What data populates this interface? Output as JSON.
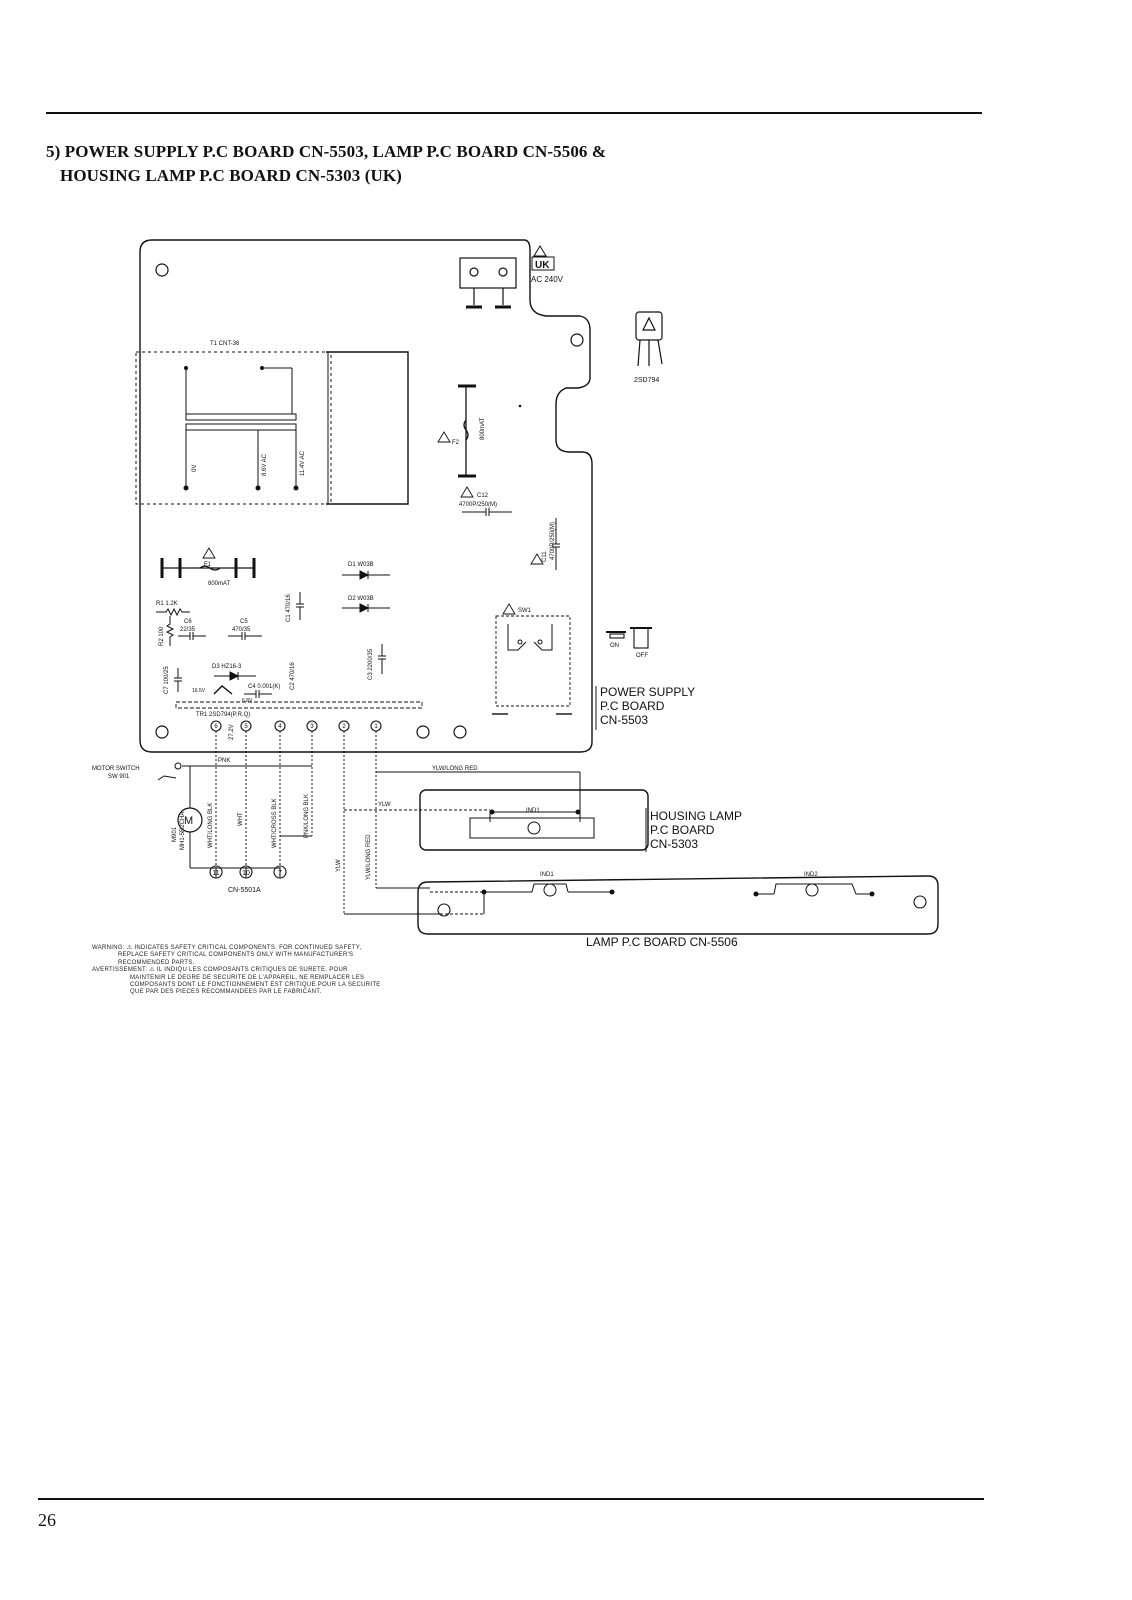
{
  "header": {
    "line1": "5) POWER SUPPLY P.C BOARD CN-5503, LAMP P.C BOARD CN-5506 &",
    "line2": "HOUSING LAMP P.C BOARD CN-5303 (UK)"
  },
  "labels": {
    "uk": "UK",
    "ac240v": "AC 240V",
    "transistor": "2SD794",
    "transformer": "T1   CNT-36",
    "tap_0v": "0V",
    "tap_86": "8.6V AC",
    "tap_114": "11.4V AC",
    "f2_name": "F2",
    "f2_value": "800mAT",
    "c12_name": "C12",
    "c12_value": "4700P/250(M)",
    "c11_name": "C11",
    "c11_value": "4700P/250(M)",
    "f1_name": "F1",
    "f1_value": "800mAT",
    "d1": "D1   W03B",
    "d2": "D2   W03B",
    "r1": "R1  1.2K",
    "r2": "R2 100",
    "c6_name": "C6",
    "c6_value": "22/35",
    "c5_name": "C5",
    "c5_value": "470/35",
    "c1": "C1 470/16",
    "c2": "C2 470/16",
    "c3": "C3 2200/35",
    "c7": "C7 100/25",
    "d3": "D3   HZ16-3",
    "c4": "C4  0.001(K)",
    "v165": "16.5V",
    "v68": "6.8V",
    "tr1": "TR1  2SD794(P.R.Q)",
    "v272": "27.2V",
    "sw1": "SW1",
    "on": "ON",
    "off": "OFF",
    "pnk": "PNK",
    "motor_switch": "MOTOR SWITCH",
    "sw901": "SW 901",
    "m901": "M901",
    "m901_part": "MH1-5R2CHA",
    "wht_long_blk": "WHT/LONG BLK",
    "wht": "WHT",
    "wht_cross_blk": "WHT/CROSS BLK",
    "pnk_long_blk": "PNK/LONG BLK",
    "ylw_long_red": "YLW/LONG RED",
    "ylw": "YLW",
    "ylw_v": "YLW",
    "ylw_long_red_v": "YLW/LONG RED",
    "ind1_housing": "IND1",
    "ind1": "IND1",
    "ind2": "IND2",
    "cn5501a": "CN-5501A",
    "pin_6": "6",
    "pin_5": "5",
    "pin_4": "4",
    "pin_3": "3",
    "pin_2": "2",
    "pin_1": "1",
    "conn_11": "11",
    "conn_10": "10",
    "conn_7": "7"
  },
  "boards": {
    "power_supply": [
      "POWER SUPPLY",
      "P.C  BOARD",
      "CN-5503"
    ],
    "housing_lamp": [
      "HOUSING  LAMP",
      "P.C  BOARD",
      "CN-5303"
    ],
    "lamp": "LAMP   P.C   BOARD   CN-5506"
  },
  "warning": {
    "w1": "WARNING: ⚠ INDICATES SAFETY CRITICAL COMPONENTS. FOR CONTINUED SAFETY,",
    "w2": "REPLACE SAFETY CRITICAL COMPONENTS ONLY WITH MANUFACTURER'S",
    "w3": "RECOMMENDED PARTS.",
    "a1": "AVERTISSEMENT: ⚠ IL INDIQU LES COMPOSANTS CRITIQUES DE SURETE. POUR",
    "a2": "MAINTENIR LE DEGRE DE SECURITE DE L'APPAREIL, NE REMPLACER LES",
    "a3": "COMPOSANTS DONT LE FONCTIONNEMENT EST CRITIQUE POUR LA SECURITE",
    "a4": "QUE PAR DES PIECES RECOMMANDEES PAR LE FABRICANT."
  },
  "page_number": "26"
}
